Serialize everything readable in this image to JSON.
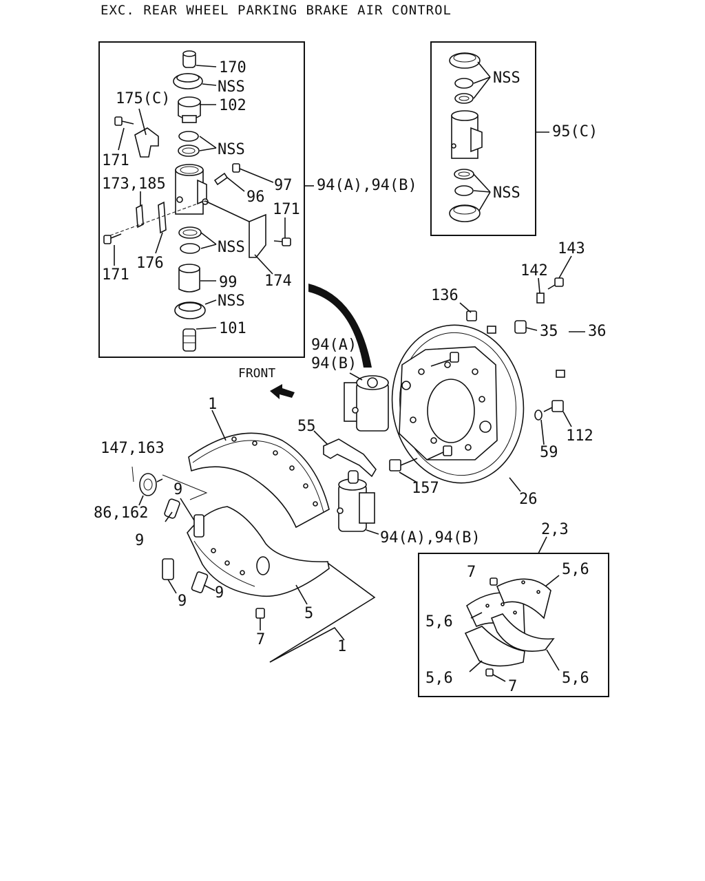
{
  "title": "EXC. REAR WHEEL PARKING BRAKE AIR CONTROL",
  "front_label": "FRONT",
  "labels": {
    "p170": "170",
    "nss_a": "NSS",
    "p175c": "175(C)",
    "p102": "102",
    "nss_b": "NSS",
    "p171_a": "171",
    "p97": "97",
    "p94ab_top": "94(A),94(B)",
    "p173_185": "173,185",
    "p96": "96",
    "p171_b": "171",
    "nss_c": "NSS",
    "p176": "176",
    "p171_c": "171",
    "p99": "99",
    "p174": "174",
    "nss_d": "NSS",
    "p101": "101",
    "nss_e": "NSS",
    "p95c": "95(C)",
    "nss_f": "NSS",
    "p143": "143",
    "p142": "142",
    "p136": "136",
    "p35": "35",
    "p36": "36",
    "p94a_mid": "94(A),",
    "p94b_mid": "94(B)",
    "p1_top": "1",
    "p55": "55",
    "p112": "112",
    "p59": "59",
    "p147_163": "147,163",
    "p157": "157",
    "p26": "26",
    "p86_162": "86,162",
    "p9_a": "9",
    "p9_b": "9",
    "p94ab_low": "94(A),94(B)",
    "p9_c": "9",
    "p9_d": "9",
    "p5_shoe": "5",
    "p7_shoe": "7",
    "p1_bottom": "1",
    "p2_3": "2,3",
    "p7_lin_a": "7",
    "p5_6_a": "5,6",
    "p5_6_b": "5,6",
    "p5_6_c": "5,6",
    "p5_6_d": "5,6",
    "p7_lin_b": "7"
  },
  "icons": {
    "front_arrow": "front-arrow-icon"
  }
}
